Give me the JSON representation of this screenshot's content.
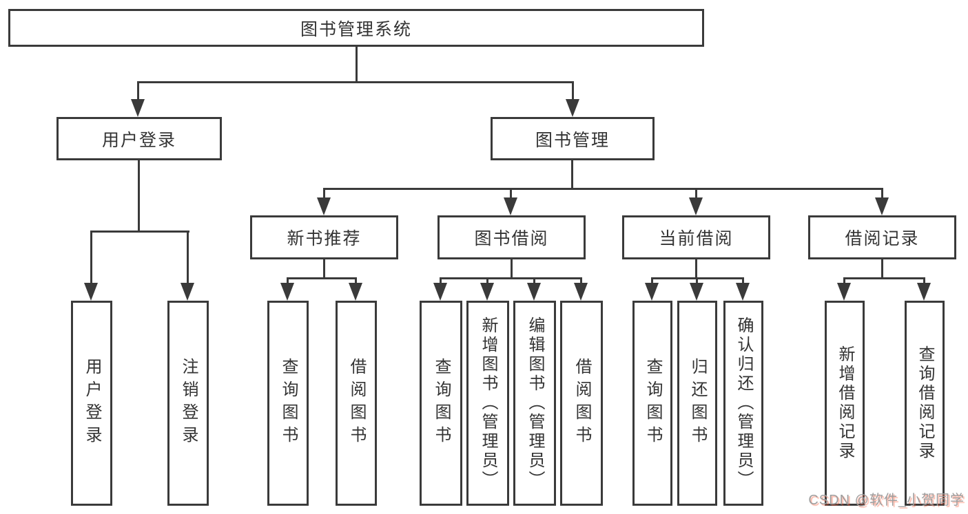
{
  "tree": {
    "root": {
      "label": "图书管理系统"
    },
    "children": [
      {
        "label": "用户登录",
        "children": [
          {
            "label": "用户登录"
          },
          {
            "label": "注销登录"
          }
        ]
      },
      {
        "label": "图书管理",
        "children": [
          {
            "label": "新书推荐",
            "children": [
              {
                "label": "查询图书"
              },
              {
                "label": "借阅图书"
              }
            ]
          },
          {
            "label": "图书借阅",
            "children": [
              {
                "label": "查询图书"
              },
              {
                "label": "新增图书（管理员）"
              },
              {
                "label": "编辑图书（管理员）"
              },
              {
                "label": "借阅图书"
              }
            ]
          },
          {
            "label": "当前借阅",
            "children": [
              {
                "label": "查询图书"
              },
              {
                "label": "归还图书"
              },
              {
                "label": "确认归还（管理员）"
              }
            ]
          },
          {
            "label": "借阅记录",
            "children": [
              {
                "label": "新增借阅记录"
              },
              {
                "label": "查询借阅记录"
              }
            ]
          }
        ]
      }
    ]
  },
  "watermark": {
    "text": "CSDN @软件_小贺同学"
  },
  "colors": {
    "line": "#3a3a3a",
    "text": "#333333",
    "background": "#ffffff",
    "watermark_gray": "#9e9e9e",
    "watermark_red": "#fc5531"
  }
}
